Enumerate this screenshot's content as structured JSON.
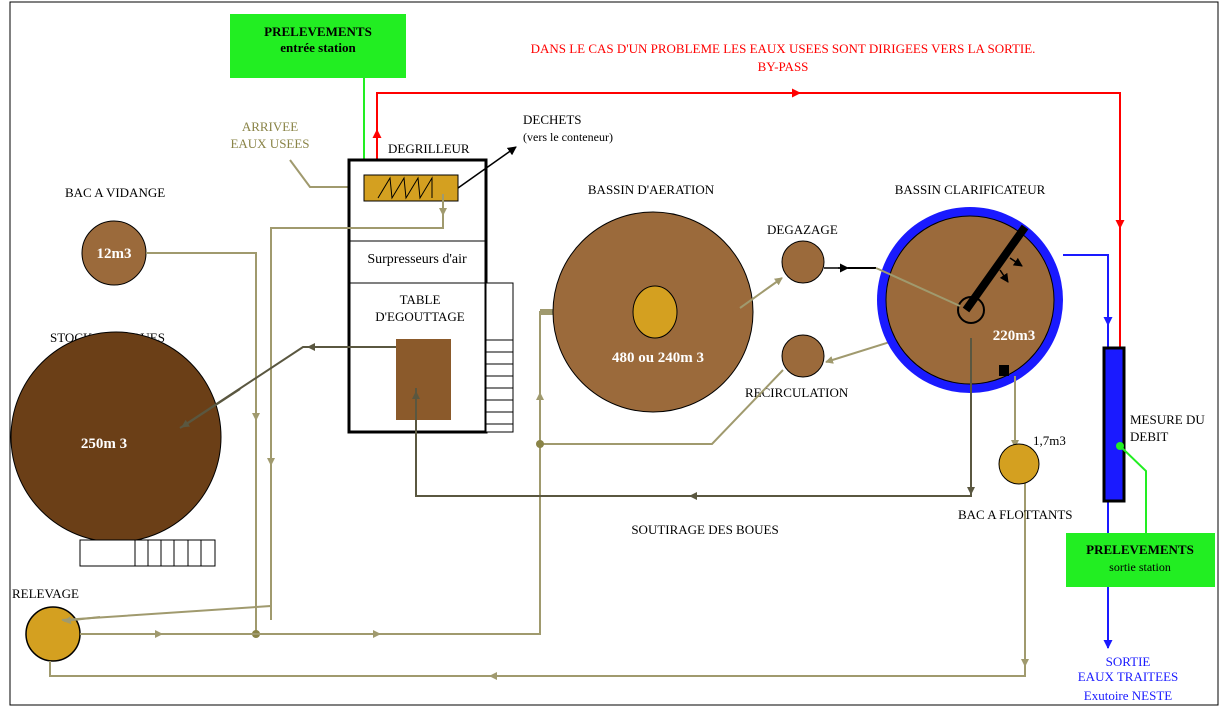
{
  "labels": {
    "prelev_in_title": "PRELEVEMENTS",
    "prelev_in_sub": "entrée station",
    "bypass_line1": "DANS LE CAS D'UN PROBLEME LES EAUX USEES SONT DIRIGEES VERS LA SORTIE.",
    "bypass_line2": "BY-PASS",
    "arrivee1": "ARRIVEE",
    "arrivee2": "EAUX USEES",
    "dechets1": "DECHETS",
    "dechets2": "(vers le conteneur)",
    "degrilleur": "DEGRILLEUR",
    "bac_vidange": "BAC A VIDANGE",
    "vol_12": "12m3",
    "surpresseurs": "Surpresseurs d'air",
    "table1": "TABLE",
    "table2": "D'EGOUTTAGE",
    "stockage": "STOCKAGE BOUES",
    "vol_250": "250m 3",
    "bassin_aeration": "BASSIN D'AERATION",
    "vol_480": "480 ou 240m 3",
    "degazage": "DEGAZAGE",
    "recirculation": "RECIRCULATION",
    "bassin_clarif": "BASSIN CLARIFICATEUR",
    "vol_220": "220m3",
    "vol_17": "1,7m3",
    "bac_flottants": "BAC A FLOTTANTS",
    "mesure1": "MESURE DU",
    "mesure2": "DEBIT",
    "soutirage": "SOUTIRAGE DES BOUES",
    "relevage": "RELEVAGE",
    "prelev_out_title": "PRELEVEMENTS",
    "prelev_out_sub": "sortie station",
    "sortie1": "SORTIE",
    "sortie2": "EAUX TRAITEES",
    "sortie3": "Exutoire NESTE"
  },
  "colors": {
    "sludge_brown": "#7a4a1c",
    "basin_brown": "#9b6a3b",
    "gold": "#d4a020",
    "pipe_olive": "#a09a6e",
    "pipe_dark": "#5a5740",
    "bypass_red": "#ff0000",
    "treated_blue": "#1a1aff",
    "sample_green": "#22ee22"
  }
}
